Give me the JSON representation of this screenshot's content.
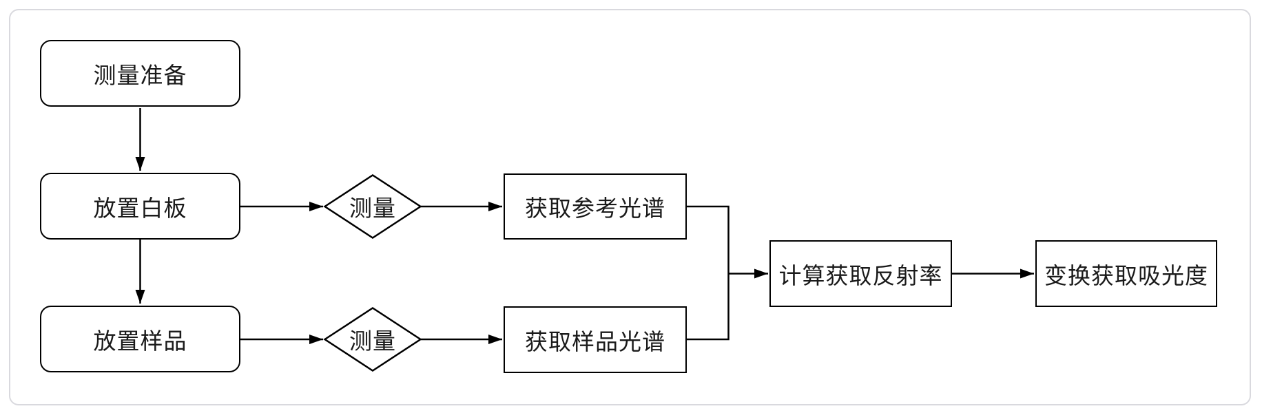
{
  "diagram": {
    "type": "flowchart",
    "background_color": "#ffffff",
    "frame_border_color": "#d9d9de",
    "shape_stroke_color": "#000000",
    "text_color": "#1a1a1a",
    "nodes": {
      "prepare": {
        "label": "测量准备",
        "shape": "rounded-rect"
      },
      "place_whiteboard": {
        "label": "放置白板",
        "shape": "rounded-rect"
      },
      "place_sample": {
        "label": "放置样品",
        "shape": "rounded-rect"
      },
      "measure_whiteboard": {
        "label": "测量",
        "shape": "diamond"
      },
      "measure_sample": {
        "label": "测量",
        "shape": "diamond"
      },
      "reference_spectrum": {
        "label": "获取参考光谱",
        "shape": "rect"
      },
      "sample_spectrum": {
        "label": "获取样品光谱",
        "shape": "rect"
      },
      "reflectance": {
        "label": "计算获取反射率",
        "shape": "rect"
      },
      "absorbance": {
        "label": "变换获取吸光度",
        "shape": "rect"
      }
    },
    "edges": [
      {
        "from": "测量准备",
        "to": "放置白板"
      },
      {
        "from": "放置白板",
        "to": "测量"
      },
      {
        "from": "测量",
        "to": "获取参考光谱"
      },
      {
        "from": "放置白板",
        "to": "放置样品"
      },
      {
        "from": "放置样品",
        "to": "测量"
      },
      {
        "from": "测量",
        "to": "获取样品光谱"
      },
      {
        "from": "获取参考光谱",
        "to": "计算获取反射率"
      },
      {
        "from": "获取样品光谱",
        "to": "计算获取反射率"
      },
      {
        "from": "计算获取反射率",
        "to": "变换获取吸光度"
      }
    ]
  }
}
